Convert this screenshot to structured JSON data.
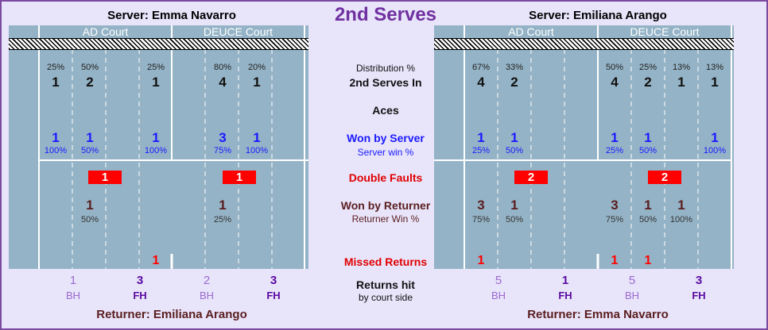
{
  "title": "2nd Serves",
  "left": {
    "server_label": "Server: Emma Navarro",
    "returner_label": "Returner: Emiliana Arango",
    "ad_court": "AD Court",
    "deuce_court": "DEUCE Court",
    "dist_pct": [
      "25%",
      "50%",
      "25%",
      "80%",
      "20%"
    ],
    "serves_in": [
      "1",
      "2",
      "1",
      "4",
      "1"
    ],
    "won_by_server": [
      "1",
      "1",
      "1",
      "3",
      "1"
    ],
    "server_win_pct": [
      "100%",
      "50%",
      "100%",
      "75%",
      "100%"
    ],
    "double_faults": [
      "1",
      "1"
    ],
    "won_by_returner": [
      "1",
      "1"
    ],
    "returner_win_pct": [
      "50%",
      "25%"
    ],
    "missed_returns": [
      "1"
    ],
    "returns": [
      {
        "count": "1",
        "side": "BH"
      },
      {
        "count": "3",
        "side": "FH"
      },
      {
        "count": "2",
        "side": "BH"
      },
      {
        "count": "3",
        "side": "FH"
      }
    ]
  },
  "right": {
    "server_label": "Server: Emiliana Arango",
    "returner_label": "Returner: Emma Navarro",
    "ad_court": "AD Court",
    "deuce_court": "DEUCE Court",
    "dist_pct": [
      "67%",
      "33%",
      "50%",
      "25%",
      "13%",
      "13%"
    ],
    "serves_in": [
      "4",
      "2",
      "4",
      "2",
      "1",
      "1"
    ],
    "won_by_server": [
      "1",
      "1",
      "1",
      "1",
      "1"
    ],
    "server_win_pct": [
      "25%",
      "50%",
      "25%",
      "50%",
      "100%"
    ],
    "double_faults": [
      "2",
      "2"
    ],
    "won_by_returner": [
      "3",
      "1",
      "3",
      "1",
      "1"
    ],
    "returner_win_pct": [
      "75%",
      "50%",
      "75%",
      "50%",
      "100%"
    ],
    "missed_returns": [
      "1",
      "1",
      "1"
    ],
    "returns": [
      {
        "count": "5",
        "side": "BH"
      },
      {
        "count": "1",
        "side": "FH"
      },
      {
        "count": "5",
        "side": "BH"
      },
      {
        "count": "3",
        "side": "FH"
      }
    ]
  },
  "center": {
    "distribution": "Distribution %",
    "serves_in": "2nd Serves In",
    "aces": "Aces",
    "won_by_server": "Won by Server",
    "server_win_pct": "Server win %",
    "double_faults": "Double Faults",
    "won_by_returner": "Won by Returner",
    "returner_win_pct": "Returner Win %",
    "missed_returns": "Missed Returns",
    "returns_hit": "Returns hit",
    "by_court_side": "by court side"
  },
  "colors": {
    "court": "#94b3c6",
    "background": "#e8e4fa",
    "title": "#7030a0",
    "server_win": "#1a1aff",
    "double_fault": "#ff0000",
    "returner": "#5a1e1e",
    "bh": "#9b6ad0",
    "fh": "#5a0aa0"
  }
}
